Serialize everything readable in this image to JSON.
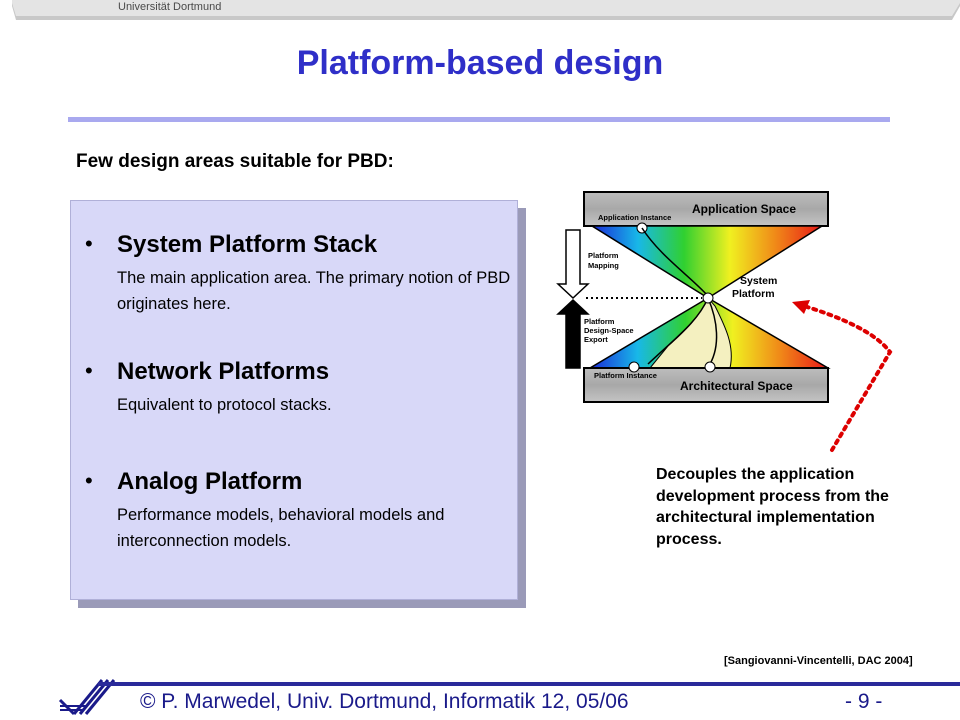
{
  "header": {
    "university": "Universität Dortmund"
  },
  "slide": {
    "title": "Platform-based design",
    "subtitle": "Few design areas suitable for PBD:",
    "items": [
      {
        "title": "System Platform Stack",
        "desc": "The main application area. The primary notion of PBD originates here."
      },
      {
        "title": "Network Platforms",
        "desc": "Equivalent to protocol stacks."
      },
      {
        "title": "Analog Platform",
        "desc": "Performance models, behavioral models and interconnection models."
      }
    ],
    "bullet": "•"
  },
  "diagram": {
    "application_space": "Application Space",
    "application_instance": "Application Instance",
    "platform_mapping_1": "Platform",
    "platform_mapping_2": "Mapping",
    "system_platform_1": "System",
    "system_platform_2": "Platform",
    "export_1": "Platform",
    "export_2": "Design-Space",
    "export_3": "Export",
    "platform_instance": "Platform Instance",
    "architectural_space": "Architectural Space"
  },
  "note": "Decouples the application development process from the architectural implementation process.",
  "reference": "[Sangiovanni-Vincentelli, DAC 2004]",
  "footer": {
    "text": "© P. Marwedel, Univ. Dortmund, Informatik 12, 05/06",
    "page": "- 9 -"
  },
  "colors": {
    "title": "#2f2fc8",
    "box": "#d8d8f8",
    "footer": "#1a1a8a",
    "arrow": "#dd0000"
  }
}
